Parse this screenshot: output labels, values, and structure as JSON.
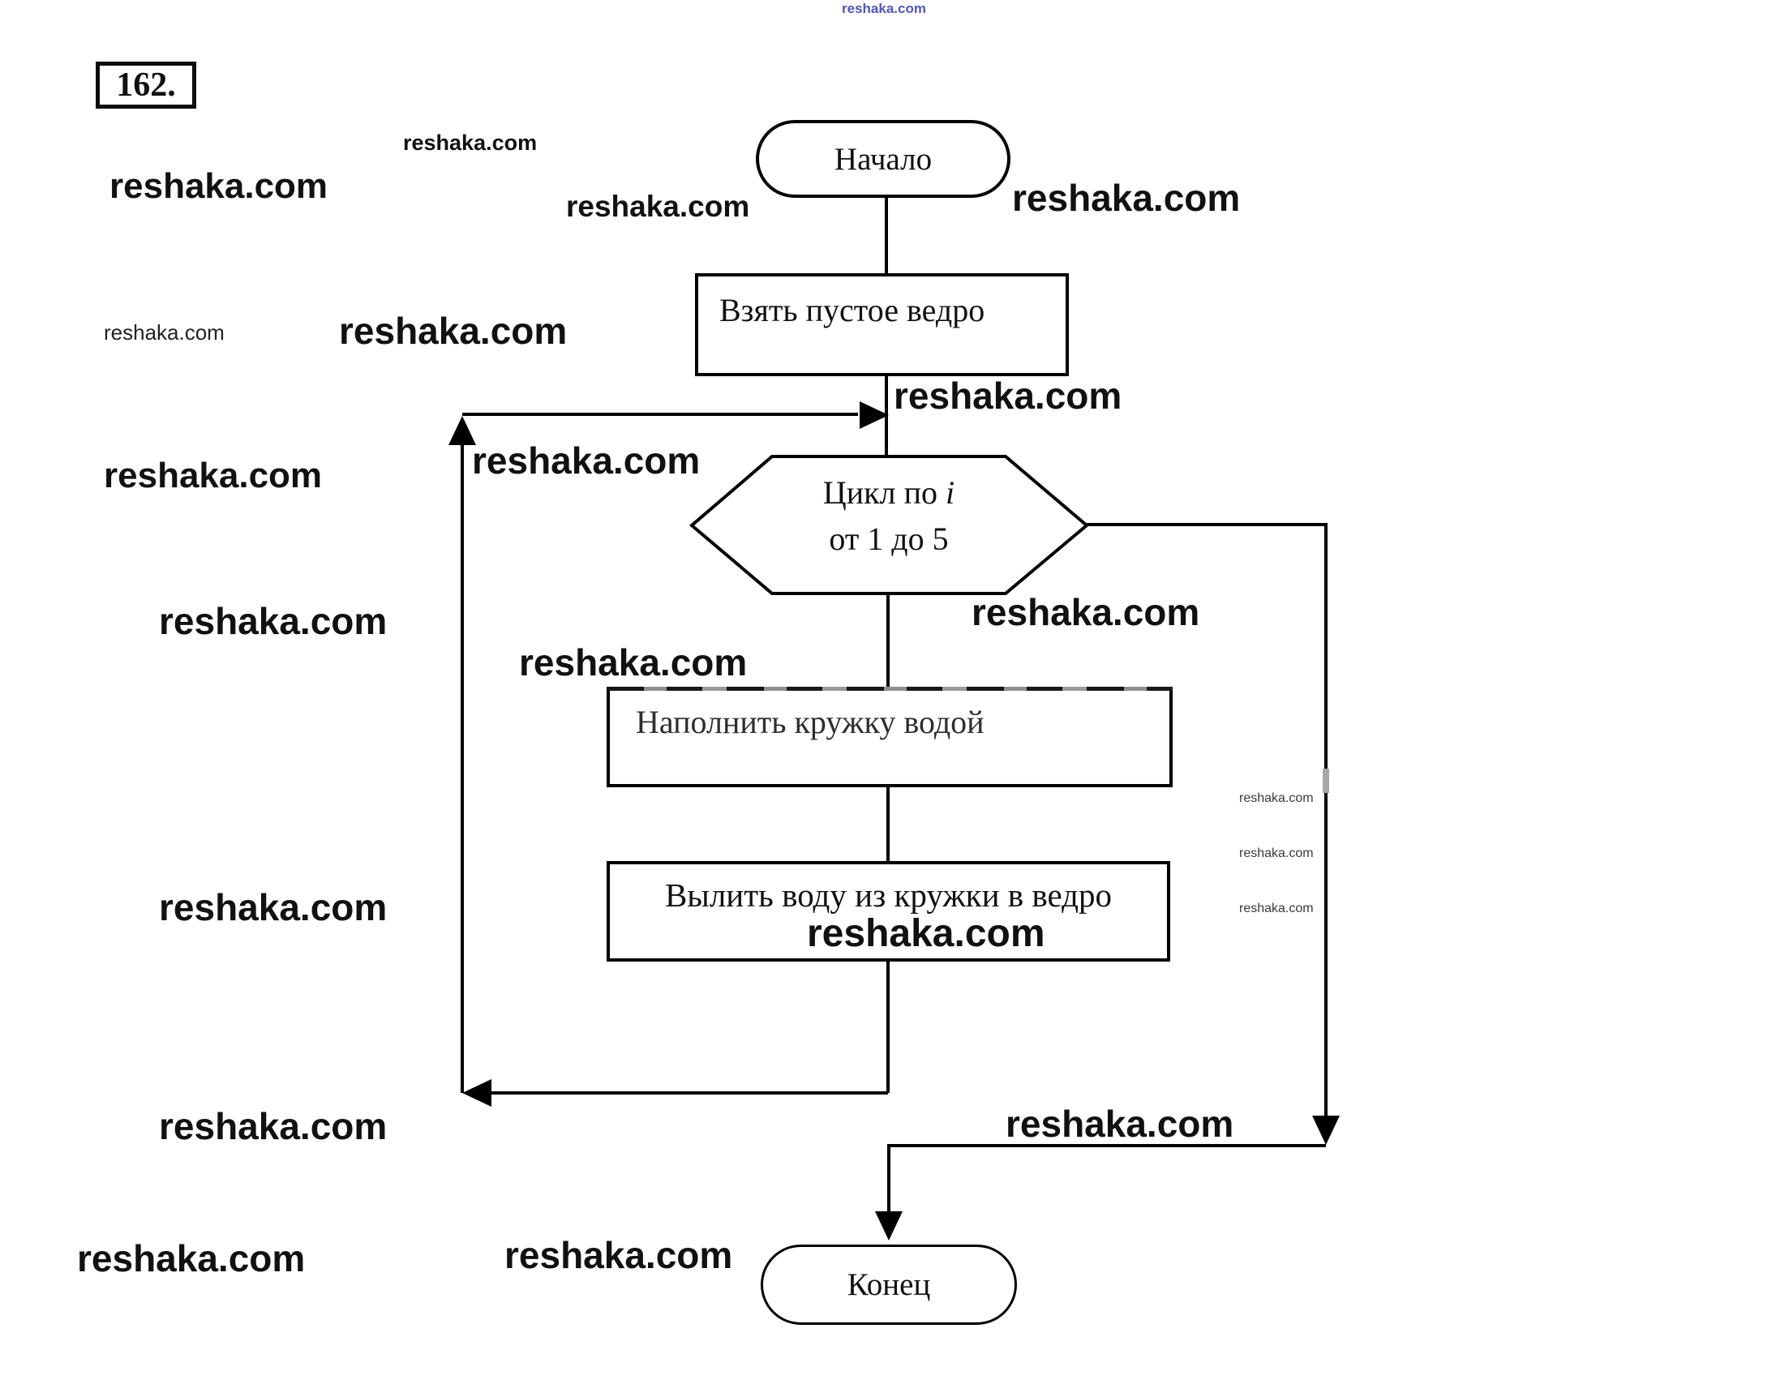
{
  "page": {
    "background": "#ffffff"
  },
  "problem": {
    "number": "162."
  },
  "flowchart": {
    "start_label": "Начало",
    "step1_label": "Взять пустое ведро",
    "loop_label_prefix": "Цикл по",
    "loop_label_var": "i",
    "loop_label_range": "от 1 до 5",
    "step2_label": "Наполнить кружку водой",
    "step3_label": "Вылить воду из кружки в ведро",
    "end_label": "Конец"
  },
  "watermark": {
    "text": "reshaka.com",
    "color_dark": "#111111",
    "color_gray": "#3a3a3a",
    "color_blue": "#5353c6"
  },
  "colors": {
    "line": "#000000",
    "node_fill": "#ffffff"
  }
}
